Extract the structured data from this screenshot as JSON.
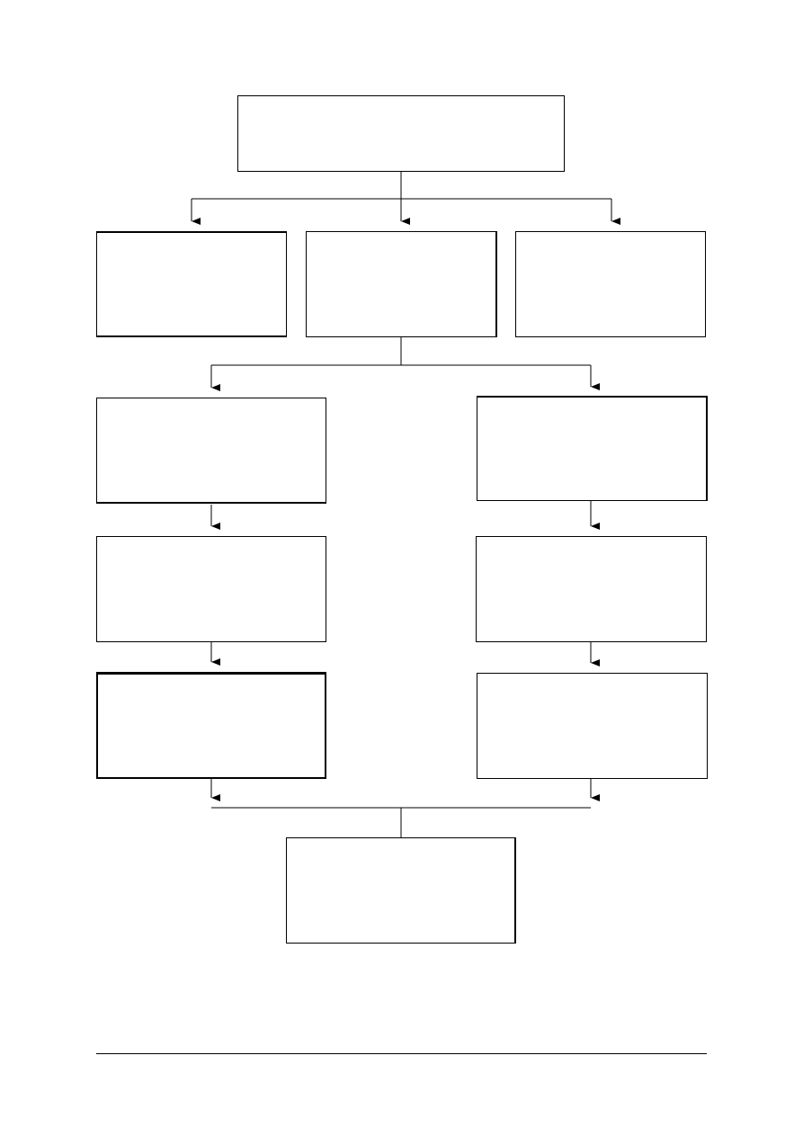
{
  "diagram": {
    "type": "flowchart",
    "line_color": "#000000",
    "box_fill": "#ffffff",
    "nodes": [
      {
        "id": "root",
        "label": ""
      },
      {
        "id": "branch-left",
        "label": ""
      },
      {
        "id": "branch-center",
        "label": ""
      },
      {
        "id": "branch-right",
        "label": ""
      },
      {
        "id": "left-step-1",
        "label": ""
      },
      {
        "id": "right-step-1",
        "label": ""
      },
      {
        "id": "left-step-2",
        "label": ""
      },
      {
        "id": "right-step-2",
        "label": ""
      },
      {
        "id": "left-step-3",
        "label": ""
      },
      {
        "id": "right-step-3",
        "label": ""
      },
      {
        "id": "result",
        "label": ""
      }
    ],
    "edges": [
      {
        "from": "root",
        "to": "branch-left"
      },
      {
        "from": "root",
        "to": "branch-center"
      },
      {
        "from": "root",
        "to": "branch-right"
      },
      {
        "from": "branch-center",
        "to": "left-step-1"
      },
      {
        "from": "branch-center",
        "to": "right-step-1"
      },
      {
        "from": "left-step-1",
        "to": "left-step-2"
      },
      {
        "from": "left-step-2",
        "to": "left-step-3"
      },
      {
        "from": "right-step-1",
        "to": "right-step-2"
      },
      {
        "from": "right-step-2",
        "to": "right-step-3"
      },
      {
        "from": "left-step-3",
        "to": "result"
      },
      {
        "from": "right-step-3",
        "to": "result"
      }
    ]
  }
}
